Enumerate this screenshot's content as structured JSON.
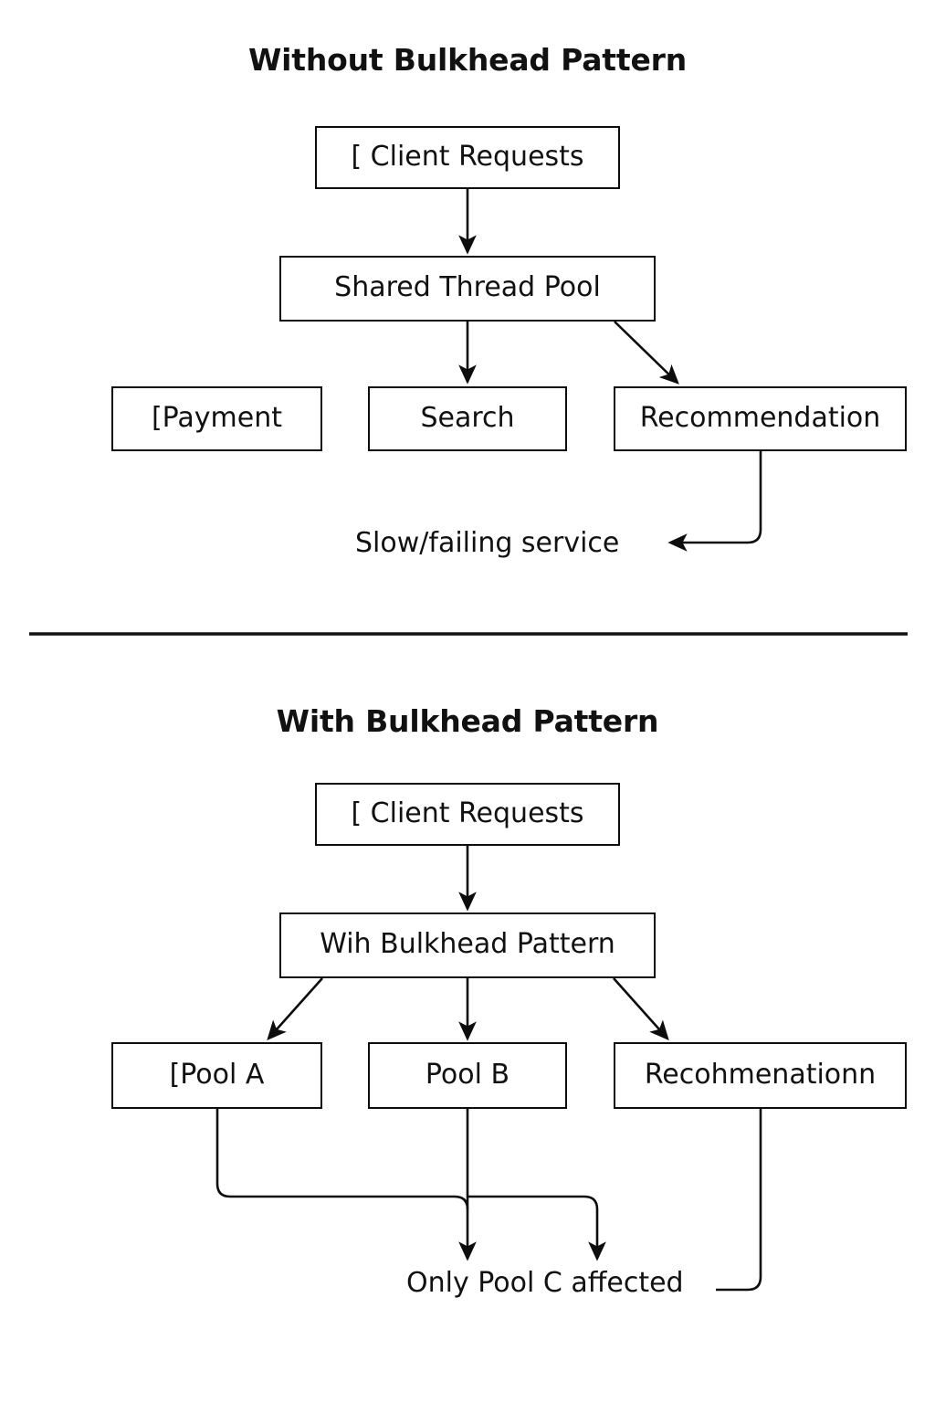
{
  "page": {
    "background": "#ffffff",
    "stroke_color": "#0d0d0d",
    "text_color": "#111111"
  },
  "sections": [
    {
      "id": "without",
      "title": "Without Bulkhead Pattern",
      "nodes": [
        {
          "id": "client-requests",
          "label": "[ Client Requests"
        },
        {
          "id": "shared-thread-pool",
          "label": "Shared Thread Pool"
        },
        {
          "id": "payment",
          "label": "[Payment"
        },
        {
          "id": "search",
          "label": "Search"
        },
        {
          "id": "recommendation",
          "label": "Recommendation"
        }
      ],
      "annotations": [
        {
          "id": "slow-failing-service",
          "label": "Slow/failing service"
        }
      ]
    },
    {
      "id": "with",
      "title": "With Bulkhead Pattern",
      "nodes": [
        {
          "id": "client-requests-2",
          "label": "[ Client Requests"
        },
        {
          "id": "bulkhead-pattern",
          "label": "Wih Bulkhead Pattern"
        },
        {
          "id": "pool-a",
          "label": "[Pool A"
        },
        {
          "id": "pool-b",
          "label": "Pool B"
        },
        {
          "id": "recommenationn",
          "label": "Recohmenationn"
        }
      ],
      "annotations": [
        {
          "id": "only-pool-c-affected",
          "label": "Only Pool C affected"
        }
      ]
    }
  ]
}
